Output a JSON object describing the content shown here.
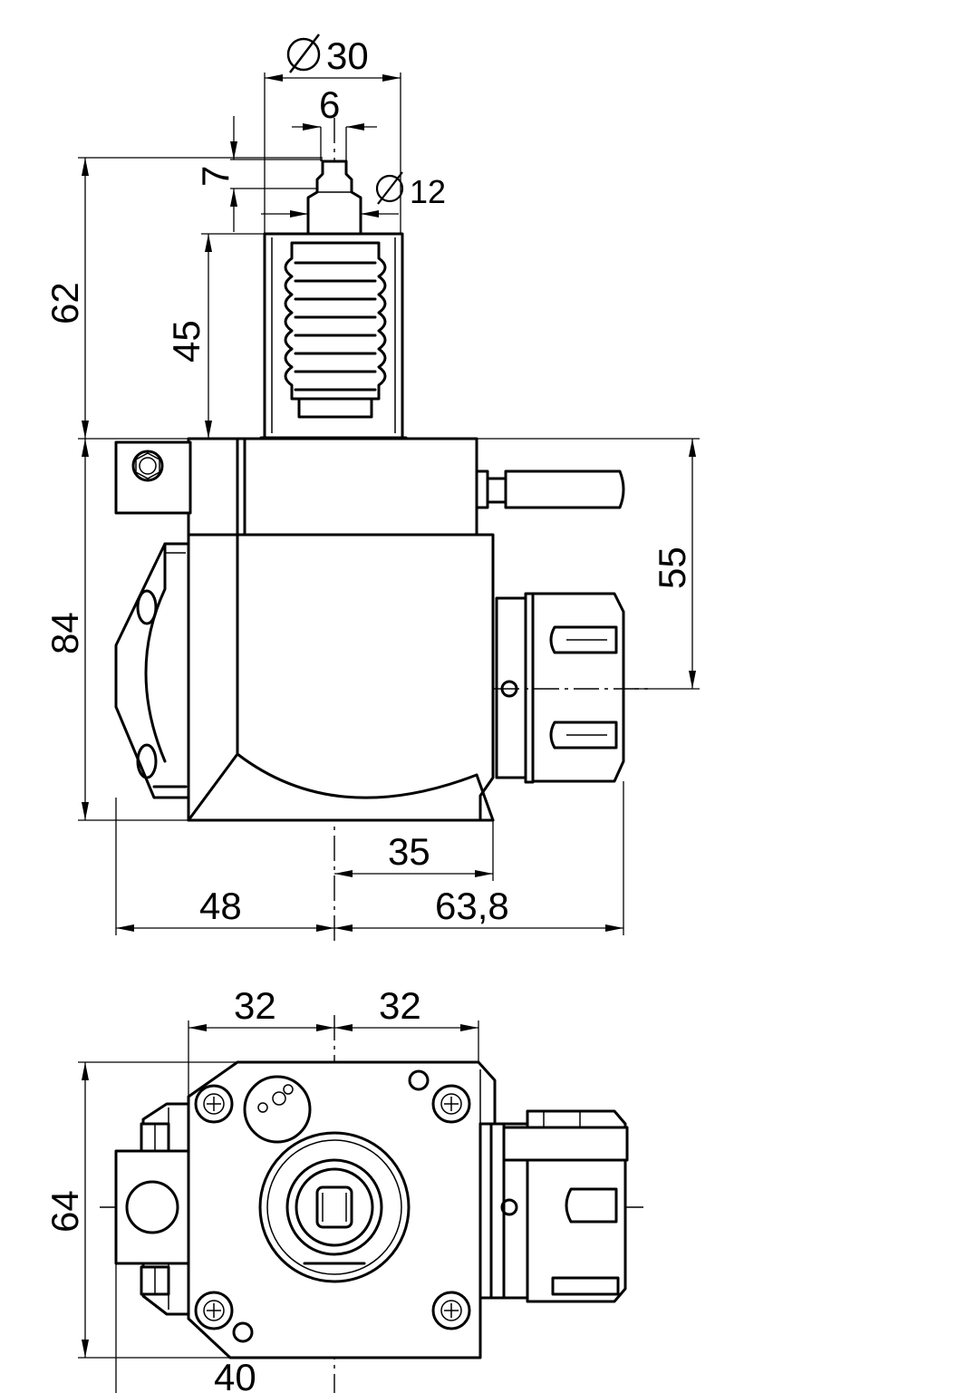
{
  "dimensions": {
    "dia_30": "30",
    "width_6": "6",
    "len_7": "7",
    "dia_12": "12",
    "height_62": "62",
    "height_45": "45",
    "height_84": "84",
    "height_55": "55",
    "len_35": "35",
    "len_48": "48",
    "len_63_8": "63,8",
    "width_32_left": "32",
    "width_32_right": "32",
    "height_64": "64",
    "len_40": "40"
  },
  "symbols": {
    "diameter": "∅"
  }
}
